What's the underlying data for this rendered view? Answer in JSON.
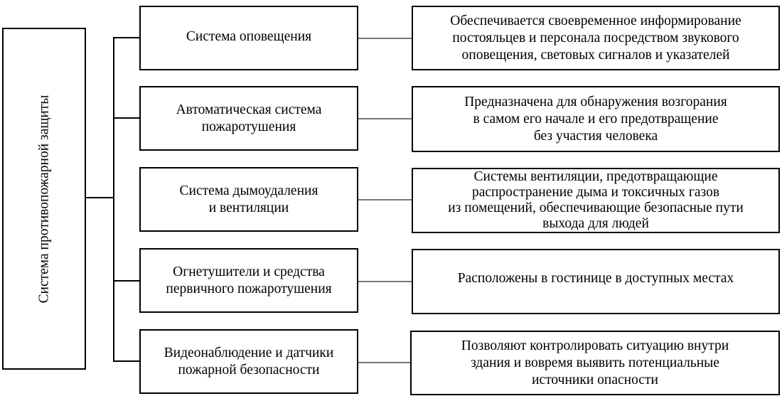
{
  "root": {
    "label": "Система противопожарной защиты"
  },
  "items": [
    {
      "name": "Система оповещения",
      "description": "Обеспечивается своевременное информирование\nпостояльцев и персонала посредством звукового\nоповещения, световых сигналов и указателей"
    },
    {
      "name": "Автоматическая система\nпожаротушения",
      "description": "Предназначена для обнаружения возгорания\nв самом его начале и его предотвращение\nбез участия человека"
    },
    {
      "name": "Система дымоудаления\nи вентиляции",
      "description": "Системы вентиляции, предотвращающие\nраспространение дыма и токсичных газов\nиз помещений, обеспечивающие безопасные пути\nвыхода для людей"
    },
    {
      "name": "Огнетушители и средства\nпервичного пожаротушения",
      "description": "Расположены в гостинице в доступных местах"
    },
    {
      "name": "Видеонаблюдение и датчики\nпожарной безопасности",
      "description": "Позволяют контролировать ситуацию внутри\nздания и вовремя выявить потенциальные\nисточники опасности"
    }
  ]
}
